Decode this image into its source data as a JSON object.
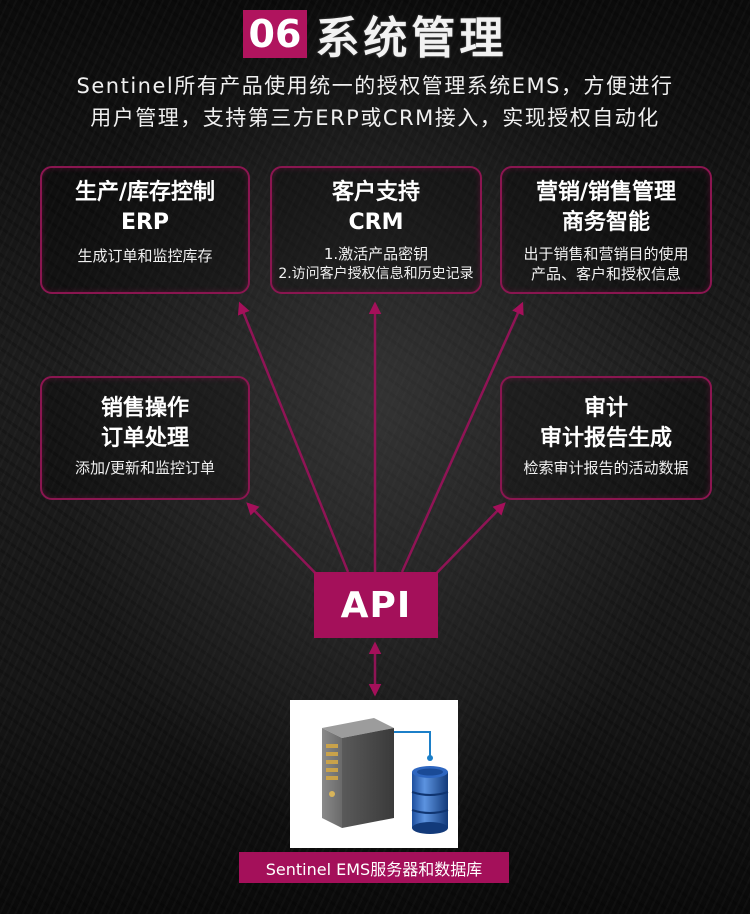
{
  "header": {
    "number": "06",
    "title": "系统管理"
  },
  "intro": {
    "line1": "Sentinel所有产品使用统一的授权管理系统EMS，方便进行",
    "line2": "用户管理，支持第三方ERP或CRM接入，实现授权自动化"
  },
  "boxes": {
    "erp": {
      "title1": "生产/库存控制",
      "title2": "ERP",
      "desc1": "生成订单和监控库存"
    },
    "crm": {
      "title1": "客户支持",
      "title2": "CRM",
      "desc1": "1.激活产品密钥",
      "desc2": "2.访问客户授权信息和历史记录"
    },
    "bi": {
      "title1": "营销/销售管理",
      "title2": "商务智能",
      "desc1": "出于销售和营销目的使用",
      "desc2": "产品、客户和授权信息"
    },
    "sales": {
      "title1": "销售操作",
      "title2": "订单处理",
      "desc1": "添加/更新和监控订单"
    },
    "audit": {
      "title1": "审计",
      "title2": "审计报告生成",
      "desc1": "检索审计报告的活动数据"
    }
  },
  "api": {
    "label": "API"
  },
  "server": {
    "caption": "Sentinel EMS服务器和数据库"
  },
  "colors": {
    "accent": "#a4105a",
    "border": "#8a1650",
    "background": "#141414"
  }
}
